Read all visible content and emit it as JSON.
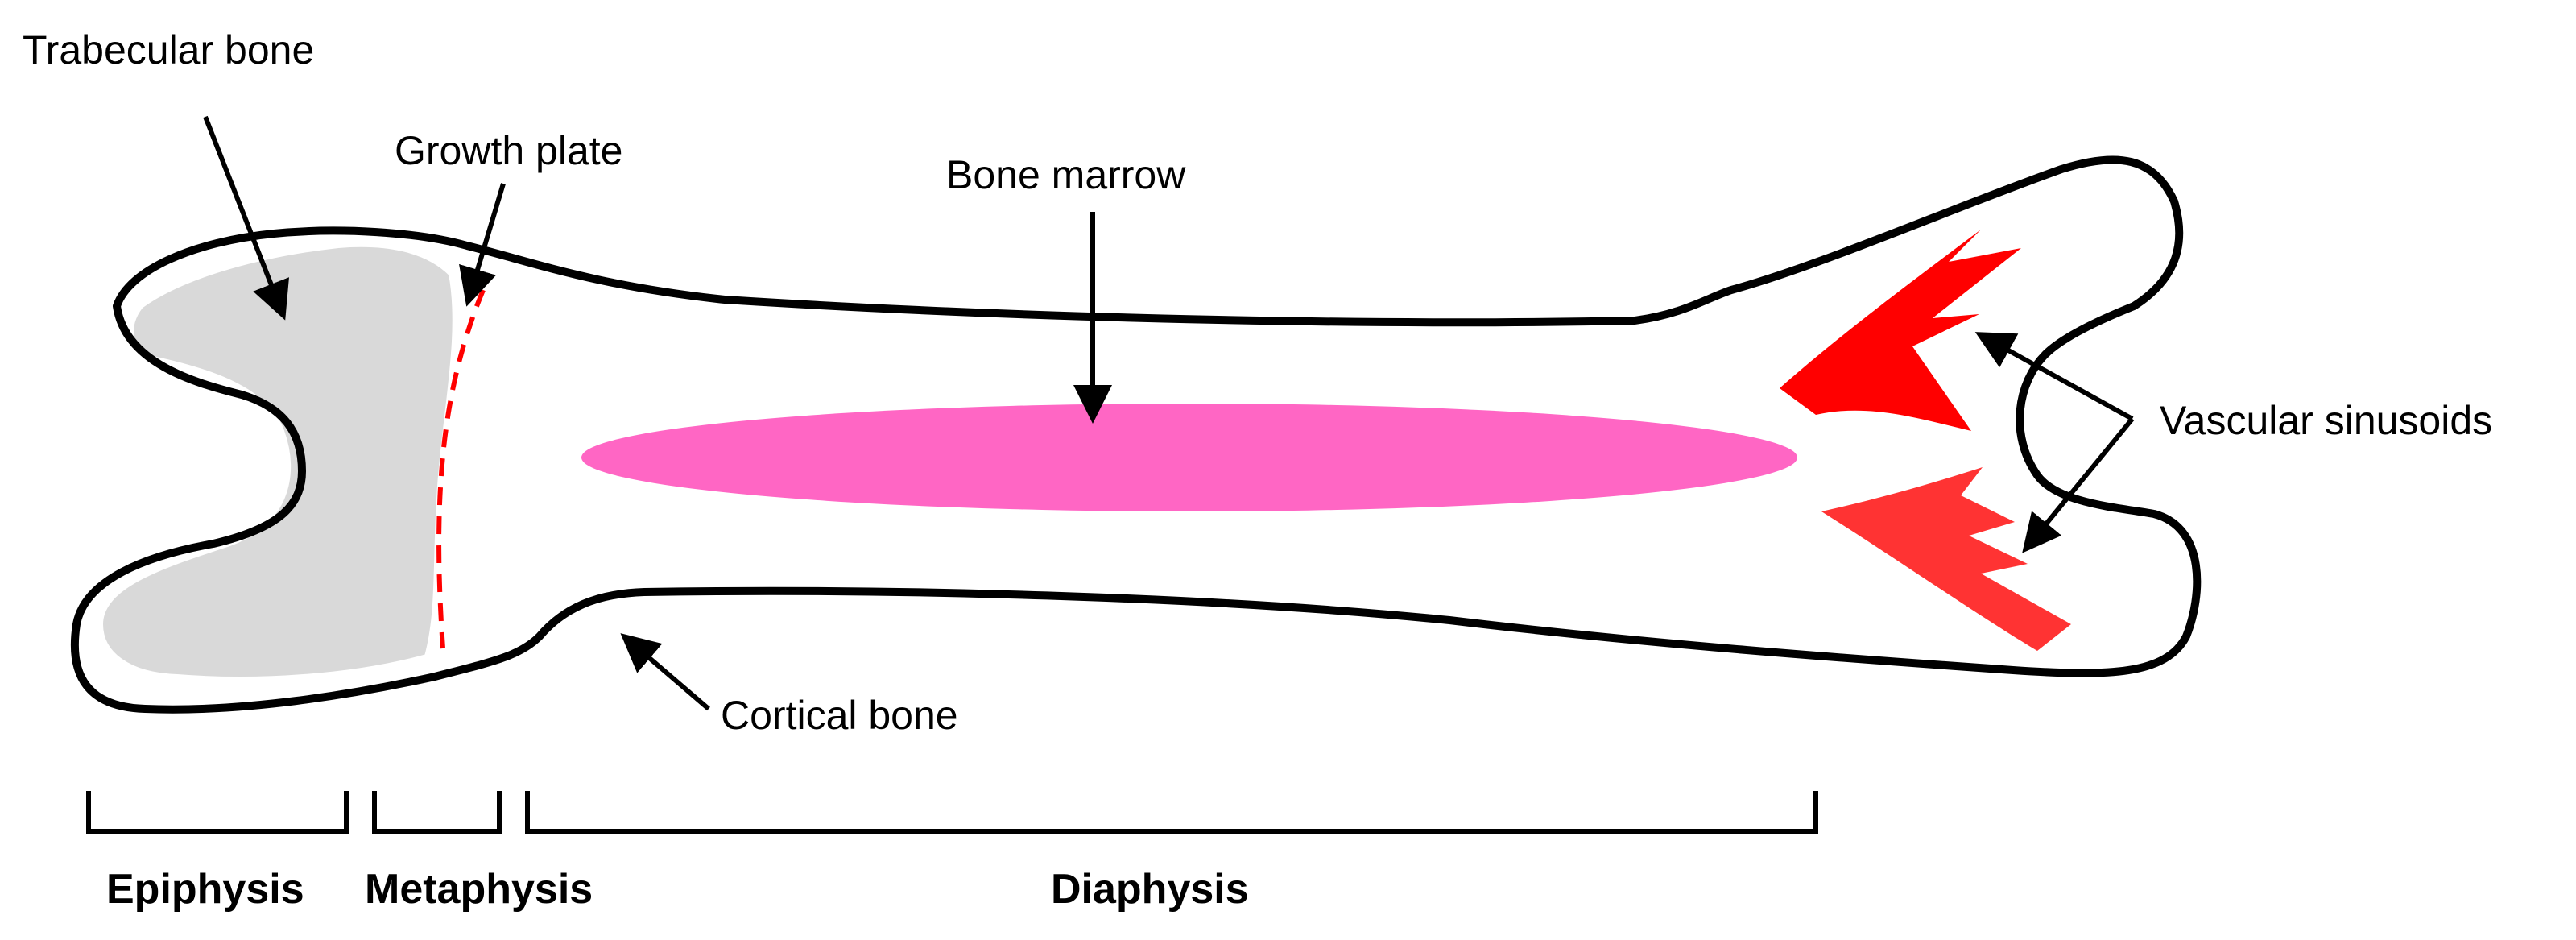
{
  "labels": {
    "trabecular_bone": "Trabecular bone",
    "growth_plate": "Growth plate",
    "bone_marrow": "Bone marrow",
    "vascular_sinusoids": "Vascular sinusoids",
    "cortical_bone": "Cortical bone"
  },
  "regions": {
    "epiphysis": "Epiphysis",
    "metaphysis": "Metaphysis",
    "diaphysis": "Diaphysis"
  },
  "colors": {
    "outline": "#000000",
    "trabecular_fill": "#d9d9d9",
    "growth_plate_line": "#ff0000",
    "bone_marrow_fill": "#ff66c4",
    "sinusoid_upper": "#ff0000",
    "sinusoid_lower": "#ff3333"
  }
}
